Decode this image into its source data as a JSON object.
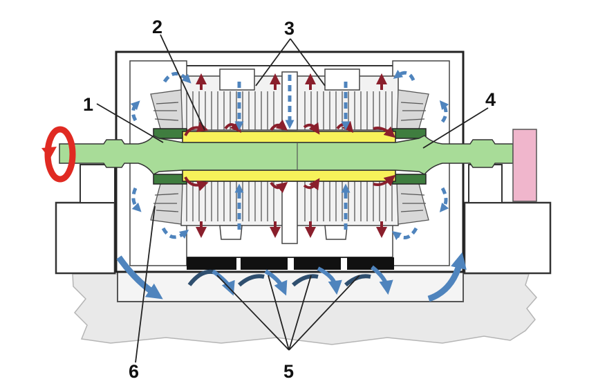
{
  "labels": {
    "l1": "1",
    "l2": "2",
    "l3": "3",
    "l4": "4",
    "l5": "5",
    "l6": "6"
  },
  "colors": {
    "rotor_shaft": "#a8dc98",
    "rotor_winding": "#f7f25a",
    "stator_teeth": "#e6e6e6",
    "foundation": "#e9e9e9",
    "rotation_arrow": "#e02a22",
    "cold_air": "#4f84bd",
    "hot_air": "#8a1f2c",
    "exciter": "#f0b6cc",
    "cooler": "#111111"
  },
  "icons": {
    "rotation": "circular-arrow-icon",
    "airflow": "airflow-arrow-icon"
  }
}
